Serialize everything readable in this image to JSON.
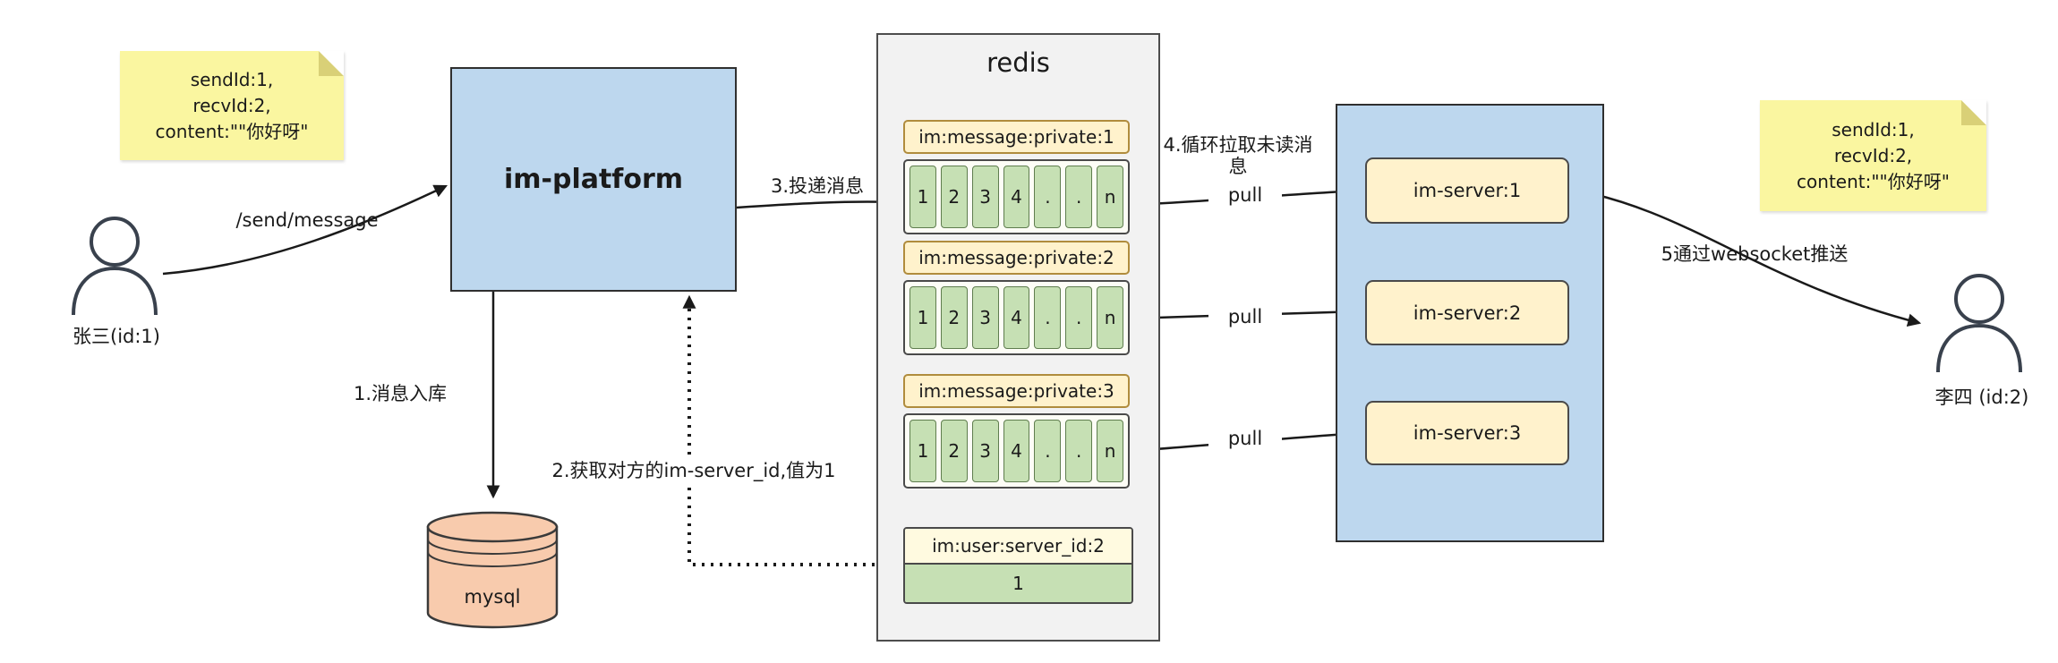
{
  "notes": {
    "left": {
      "lines": [
        "sendId:1,",
        "recvId:2,",
        "content:\"\"你好呀\""
      ]
    },
    "right": {
      "lines": [
        "sendId:1,",
        "recvId:2,",
        "content:\"\"你好呀\""
      ]
    }
  },
  "actors": {
    "left": {
      "label": "张三(id:1)"
    },
    "right": {
      "label": "李四 (id:2)"
    }
  },
  "platform": {
    "label": "im-platform"
  },
  "database": {
    "label": "mysql"
  },
  "redis": {
    "title": "redis",
    "queues": [
      {
        "header": "im:message:private:1",
        "cells": [
          "1",
          "2",
          "3",
          "4",
          ".",
          ".",
          "n"
        ]
      },
      {
        "header": "im:message:private:2",
        "cells": [
          "1",
          "2",
          "3",
          "4",
          ".",
          ".",
          "n"
        ]
      },
      {
        "header": "im:message:private:3",
        "cells": [
          "1",
          "2",
          "3",
          "4",
          ".",
          ".",
          "n"
        ]
      }
    ],
    "kv": {
      "header": "im:user:server_id:2",
      "value": "1"
    }
  },
  "servers": [
    {
      "label": "im-server:1"
    },
    {
      "label": "im-server:2"
    },
    {
      "label": "im-server:3"
    }
  ],
  "edge_labels": {
    "send": "/send/message",
    "step1": "1.消息入库",
    "step2": "2.获取对方的im-server_id,值为1",
    "step3": "3.投递消息",
    "step4": "4.循环拉取未读消息",
    "step5": "5通过websocket推送",
    "pull1": "pull",
    "pull2": "pull",
    "pull3": "pull"
  },
  "colors": {
    "platform_fill": "#bdd7ee",
    "panel_fill": "#f2f2f2",
    "queue_header_fill": "#fff2cc",
    "cell_fill": "#c6e0b4",
    "server_fill": "#fff2cc",
    "note_fill": "#faf6a0",
    "mysql_fill": "#f8cbad",
    "edge": "#1a1a1a"
  }
}
